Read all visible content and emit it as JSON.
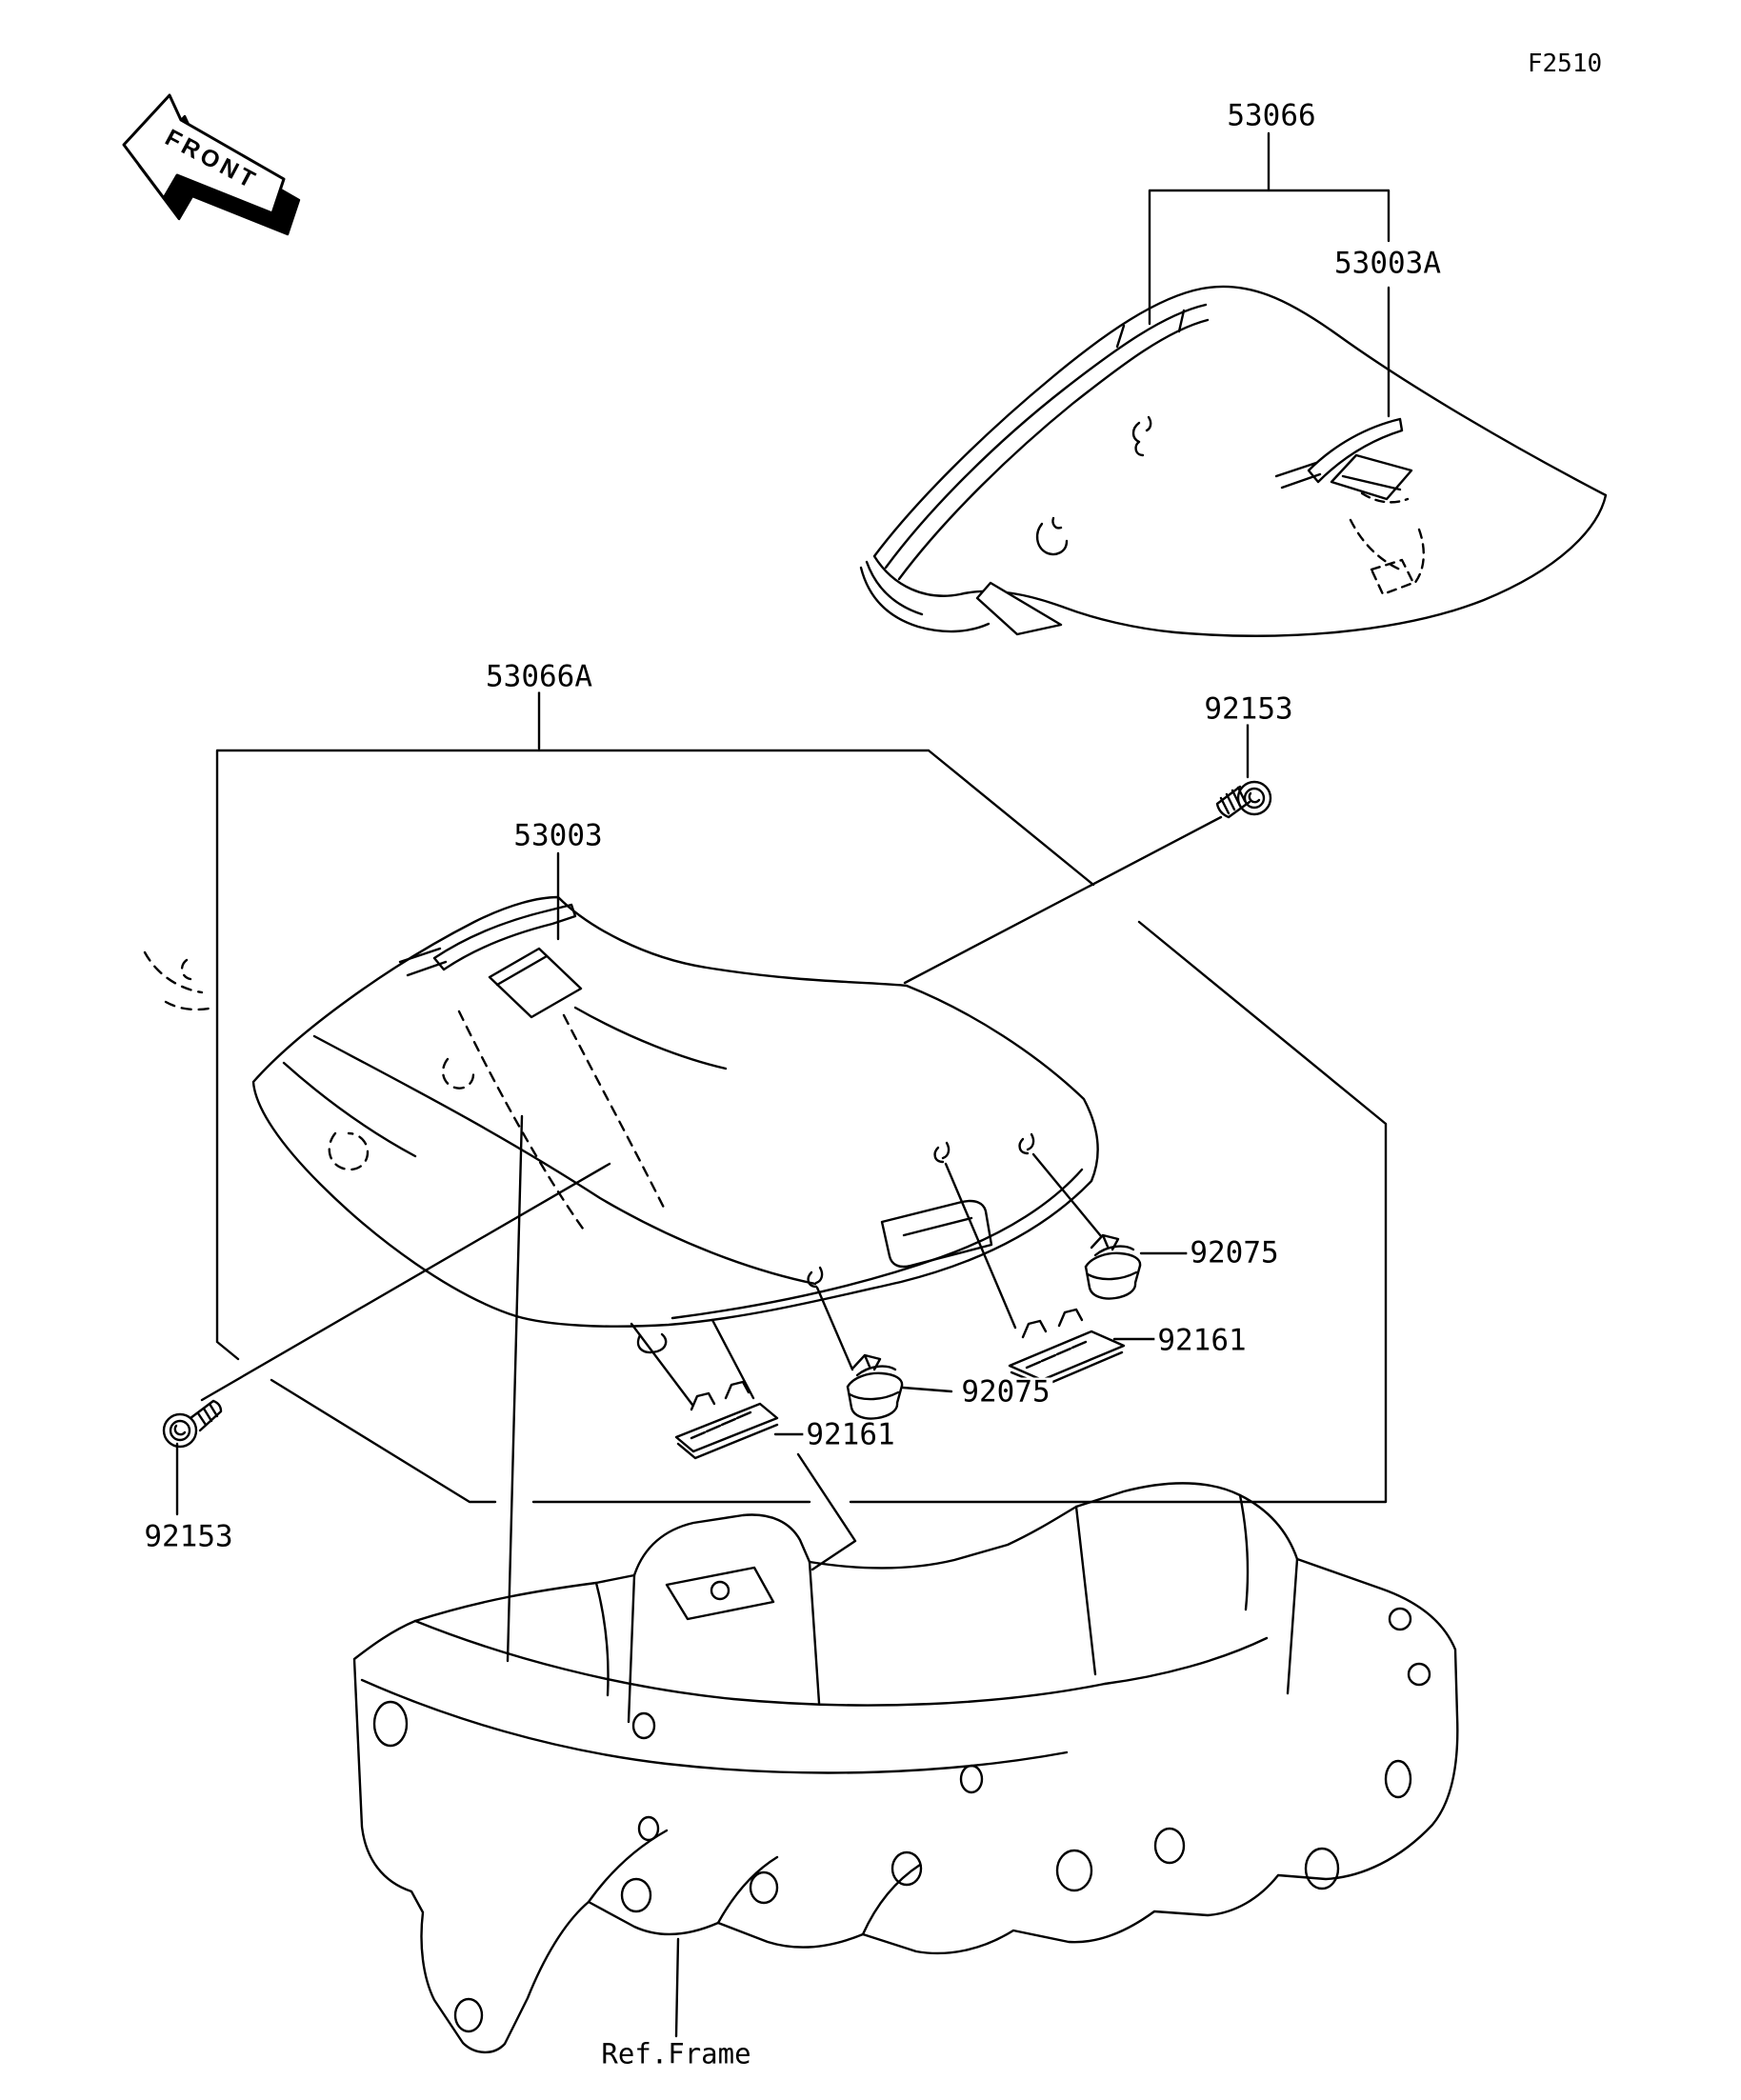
{
  "figure": {
    "code": "F2510"
  },
  "orientation": {
    "front_label": "FRONT"
  },
  "parts": {
    "seat_cover_assy": "53066",
    "band_rear": "53003A",
    "seat_assy": "53066A",
    "band_front": "53003",
    "bolt": "92153",
    "damper": "92075",
    "pad": "92161"
  },
  "reference": {
    "frame_label": "Ref.Frame"
  }
}
